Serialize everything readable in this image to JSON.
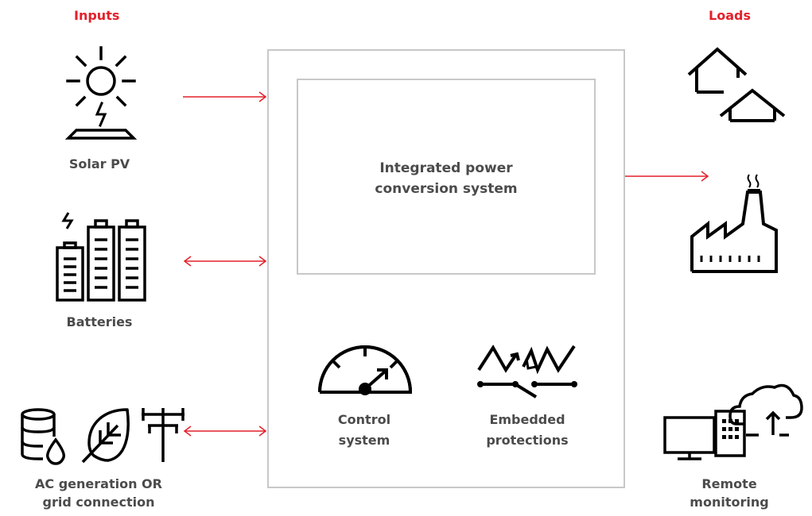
{
  "headings": {
    "inputs": "Inputs",
    "loads": "Loads"
  },
  "inputs": {
    "solar": "Solar PV",
    "batteries": "Batteries",
    "ac_line1": "AC generation OR",
    "ac_line2": "grid connection"
  },
  "center": {
    "title_line1": "Integrated power",
    "title_line2": "conversion system",
    "control_line1": "Control",
    "control_line2": "system",
    "protections_line1": "Embedded",
    "protections_line2": "protections"
  },
  "loads": {
    "remote_line1": "Remote",
    "remote_line2": "monitoring"
  },
  "colors": {
    "accent": "#e4202b",
    "text": "#4b4b4b",
    "box_border": "#c8c8c8",
    "icon": "#000000"
  }
}
